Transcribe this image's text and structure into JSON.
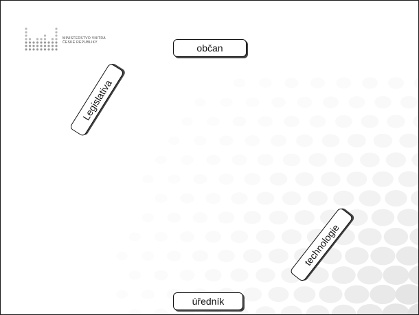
{
  "logo": {
    "line1": "MINISTERSTVO VNITRA",
    "line2": "ČESKÉ REPUBLIKY"
  },
  "nodes": {
    "obcan": "občan",
    "urednik": "úředník",
    "legislativa": "Legislativa",
    "technologie": "technologie"
  }
}
